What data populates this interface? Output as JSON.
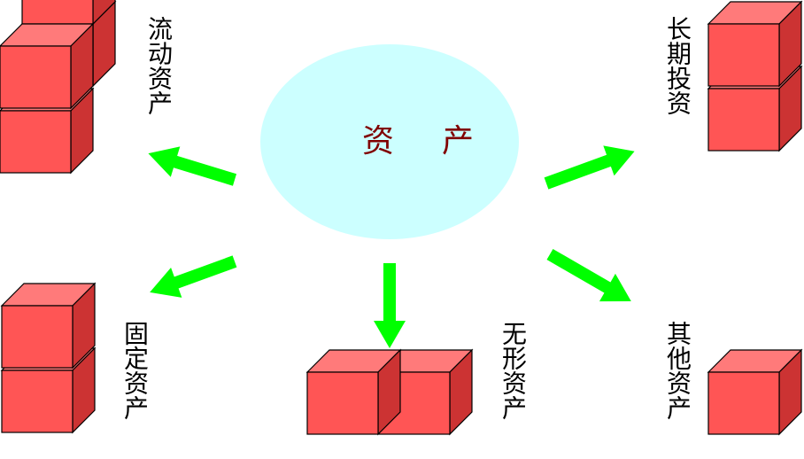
{
  "center": {
    "label": "资产",
    "text_color": "#800000",
    "fill_color": "#ccffff"
  },
  "colors": {
    "cube_front": "#ff5555",
    "cube_top": "#ff7a7a",
    "cube_side": "#cc3333",
    "cube_edge": "#000000",
    "arrow": "#00ff00"
  },
  "categories": [
    {
      "id": "current",
      "label": "流动资产"
    },
    {
      "id": "long-term-investment",
      "label": "长期投资"
    },
    {
      "id": "fixed",
      "label": "固定资产"
    },
    {
      "id": "intangible",
      "label": "无形资产"
    },
    {
      "id": "other",
      "label": "其他资产"
    }
  ]
}
